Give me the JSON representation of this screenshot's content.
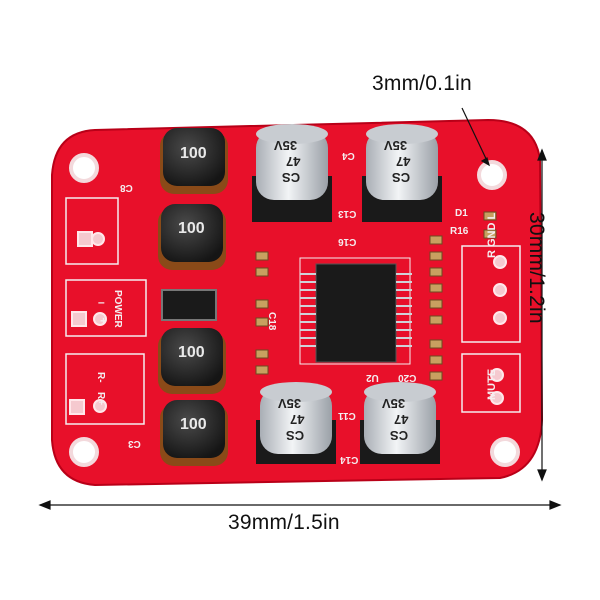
{
  "annotations": {
    "hole_size": "3mm/0.1in",
    "width": "39mm/1.5in",
    "height": "30mm/1.2in"
  },
  "colors": {
    "board": "#e8102a",
    "board_dark": "#b90018",
    "silkscreen": "#f4eef0",
    "inductor": "#2a2a2a",
    "capacitor_body": "#dcdfe3",
    "chip": "#1a1a1a"
  },
  "board_labels": {
    "power": "POWER",
    "minus": "–",
    "plus": "+",
    "r_minus": "R-",
    "r_plus": "R+",
    "r_gnd_l": "R GND L",
    "mute": "MUTE",
    "d1": "D1",
    "r16": "R16",
    "u2": "U2",
    "c4": "C4",
    "c8": "C8",
    "c11": "C11",
    "c13": "C13",
    "c14": "C14",
    "c16": "C16",
    "c18": "C18",
    "c20": "C20",
    "c3": "C3"
  },
  "components": {
    "inductor_marking": "100",
    "capacitor_brand": "CS",
    "capacitor_value": "47",
    "capacitor_voltage": "35V"
  }
}
